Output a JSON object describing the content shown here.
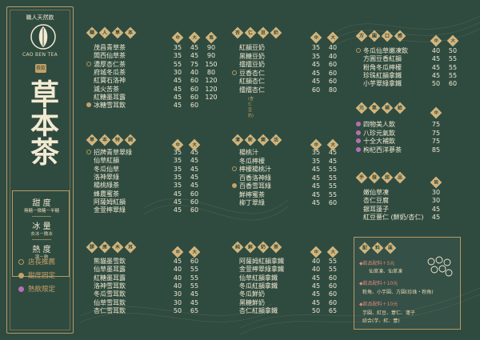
{
  "brand": {
    "small_top": "職人天然飲",
    "english": "CAO BEN TEA",
    "tag": "茶飲",
    "title": "草本茶",
    "sugar_label": "甜 度",
    "sugar_value": "無糖－微糖－半糖",
    "ice_label": "冰 量",
    "ice_value": "去冰－微冰",
    "heat_label": "熱 度",
    "heat_value": "溫－熱",
    "legend": [
      {
        "label": "店長推薦",
        "color": "#b89a63"
      },
      {
        "label": "甜度固定",
        "color": "#c7a266"
      },
      {
        "label": "熱飲限定",
        "color": "#b86fb3"
      }
    ]
  },
  "sizes": {
    "medium": "中",
    "large": "大"
  },
  "sections": [
    {
      "id": "herbal",
      "title": [
        "職",
        "人",
        "草",
        "本"
      ],
      "sizes": [
        "中",
        "大",
        "瓶"
      ],
      "items": [
        {
          "name": "茂昌青草茶",
          "prices": [
            "35",
            "45",
            "90"
          ]
        },
        {
          "name": "闆西仙草茶",
          "prices": [
            "35",
            "45",
            "90"
          ]
        },
        {
          "name": "濃厚杏仁茶",
          "prices": [
            "55",
            "75",
            "150"
          ]
        },
        {
          "name": "府城冬瓜茶",
          "prices": [
            "30",
            "40",
            "80"
          ]
        },
        {
          "name": "紅寶石洛神",
          "prices": [
            "45",
            "60",
            "120"
          ]
        },
        {
          "name": "滅火苦茶",
          "prices": [
            "45",
            "60",
            "120"
          ]
        },
        {
          "name": "紅糖墨耳露",
          "prices": [
            "45",
            "60",
            "120"
          ]
        },
        {
          "name": "冰糖雪耳飲",
          "prices": [
            "45",
            "60",
            ""
          ]
        }
      ]
    },
    {
      "id": "almond",
      "title": [
        "杏",
        "仁",
        "豆",
        "奶"
      ],
      "sizes": [
        "中",
        "大"
      ],
      "items": [
        {
          "name": "紅韻豆奶",
          "prices": [
            "35",
            "40"
          ]
        },
        {
          "name": "黑糖豆奶",
          "prices": [
            "35",
            "40"
          ]
        },
        {
          "name": "擂擂豆奶",
          "prices": [
            "45",
            "60"
          ]
        },
        {
          "name": "豆香杏仁",
          "prices": [
            "45",
            "60"
          ]
        },
        {
          "name": "紅韻杏仁",
          "prices": [
            "45",
            "60"
          ]
        },
        {
          "name": "擂擂杏仁",
          "prices": [
            "60",
            "80"
          ]
        }
      ],
      "note": "(杏仁豆奶)"
    },
    {
      "id": "square",
      "title": [
        "方",
        "圓",
        "口",
        "感"
      ],
      "sizes": [
        "中",
        "大"
      ],
      "items": [
        {
          "name": "冬瓜仙草嫩凍飲",
          "prices": [
            "40",
            "50"
          ]
        },
        {
          "name": "方圓豆香紅韻",
          "prices": [
            "45",
            "55"
          ]
        },
        {
          "name": "粉角冬瓜檸檬",
          "prices": [
            "45",
            "55"
          ]
        },
        {
          "name": "珍珠紅韻拿鐵",
          "prices": [
            "45",
            "55"
          ]
        },
        {
          "name": "小芋翠綠拿鐵",
          "prices": [
            "50",
            "60"
          ]
        }
      ]
    },
    {
      "id": "tonic",
      "title": [
        "元",
        "氣",
        "補",
        "給"
      ],
      "sizes": [
        "中"
      ],
      "items": [
        {
          "name": "四物美人飲",
          "prices": [
            "75"
          ]
        },
        {
          "name": "八珍元氣飲",
          "prices": [
            "75"
          ]
        },
        {
          "name": "十全大補飲",
          "prices": [
            "75"
          ]
        },
        {
          "name": "枸杞西洋蔘茶",
          "prices": [
            "85"
          ]
        }
      ]
    },
    {
      "id": "grass",
      "title": [
        "草",
        "本",
        "特",
        "調"
      ],
      "sizes": [
        "中",
        "大"
      ],
      "items": [
        {
          "name": "招牌青草翠綠",
          "prices": [
            "35",
            "45"
          ]
        },
        {
          "name": "仙草紅韻",
          "prices": [
            "35",
            "45"
          ]
        },
        {
          "name": "冬瓜仙草",
          "prices": [
            "35",
            "45"
          ]
        },
        {
          "name": "洛神翠綠",
          "prices": [
            "35",
            "45"
          ]
        },
        {
          "name": "楊桃綠茶",
          "prices": [
            "35",
            "45"
          ]
        },
        {
          "name": "蜂農蜜茶",
          "prices": [
            "45",
            "60"
          ]
        },
        {
          "name": "阿薩姆紅韻",
          "prices": [
            "45",
            "60"
          ]
        },
        {
          "name": "金萱檸翠綠",
          "prices": [
            "45",
            "60"
          ]
        }
      ]
    },
    {
      "id": "fresh",
      "title": [
        "清",
        "新",
        "樂",
        "活"
      ],
      "sizes": [
        "中",
        "大"
      ],
      "items": [
        {
          "name": "楊桃汁",
          "prices": [
            "35",
            "45"
          ]
        },
        {
          "name": "冬瓜檸檬",
          "prices": [
            "35",
            "45"
          ]
        },
        {
          "name": "檸檬楊桃汁",
          "prices": [
            "45",
            "55"
          ]
        },
        {
          "name": "百香洛神綠",
          "prices": [
            "45",
            "55"
          ]
        },
        {
          "name": "百香雪耳綠",
          "prices": [
            "45",
            "55"
          ]
        },
        {
          "name": "鮮檸蜜茶",
          "prices": [
            "45",
            "55"
          ]
        },
        {
          "name": "柳丁翠綠",
          "prices": [
            "45",
            "60"
          ]
        }
      ]
    },
    {
      "id": "dessert",
      "title": [
        "手",
        "做",
        "甜",
        "品"
      ],
      "sizes": [
        "碗"
      ],
      "items": [
        {
          "name": "嫩仙草凍",
          "prices": [
            "30"
          ]
        },
        {
          "name": "杏仁豆腐",
          "prices": [
            "30"
          ]
        },
        {
          "name": "銀耳蓮子",
          "prices": [
            "45"
          ]
        },
        {
          "name": "紅豆薏仁 (鮮奶/杏仁)",
          "prices": [
            "45"
          ]
        }
      ]
    },
    {
      "id": "wood",
      "title": [
        "膠",
        "原",
        "木",
        "耳"
      ],
      "sizes": [
        "中",
        "大"
      ],
      "items": [
        {
          "name": "熊貓墨雪飲",
          "prices": [
            "45",
            "60"
          ]
        },
        {
          "name": "仙草墨耳露",
          "prices": [
            "40",
            "55"
          ]
        },
        {
          "name": "紅糖墨耳露",
          "prices": [
            "40",
            "55"
          ]
        },
        {
          "name": "洛神雪耳飲",
          "prices": [
            "40",
            "55"
          ]
        },
        {
          "name": "冬瓜雪耳飲",
          "prices": [
            "30",
            "45"
          ]
        },
        {
          "name": "仙草雪耳飲",
          "prices": [
            "30",
            "45"
          ]
        },
        {
          "name": "杏仁雪耳飲",
          "prices": [
            "50",
            "65"
          ]
        }
      ]
    },
    {
      "id": "milk",
      "title": [
        "純",
        "鮮",
        "奶",
        "茶"
      ],
      "sizes": [
        "中",
        "大"
      ],
      "items": [
        {
          "name": "阿薩姆紅韻拿鐵",
          "prices": [
            "40",
            "55"
          ]
        },
        {
          "name": "金萱檸翠綠拿鐵",
          "prices": [
            "40",
            "55"
          ]
        },
        {
          "name": "仙草紅韻拿鐵",
          "prices": [
            "45",
            "60"
          ]
        },
        {
          "name": "冬瓜紅韻拿鐵",
          "prices": [
            "45",
            "60"
          ]
        },
        {
          "name": "冬瓜鮮奶",
          "prices": [
            "45",
            "60"
          ]
        },
        {
          "name": "黑糖鮮奶",
          "prices": [
            "45",
            "60"
          ]
        },
        {
          "name": "杏仁紅韻拿鐵",
          "prices": [
            "50",
            "65"
          ]
        }
      ]
    }
  ],
  "addon": {
    "title": [
      "配",
      "料",
      "區"
    ],
    "line1": "◆飲品配料＋5元",
    "line2": "仙草凍、仙草凍",
    "line3": "◆飲品配料＋10元",
    "line4": "粉角、小芋圓、方圓(珍珠・粉角)",
    "line5": "◆飲品配料＋10元",
    "line6": "芋圓、紅豆、薏仁、蓮子",
    "line7": "綜合(芋、紅、薏)"
  },
  "colors": {
    "background": "#2f4b40",
    "gold": "#d3b57b",
    "cream": "#f3ead2"
  }
}
